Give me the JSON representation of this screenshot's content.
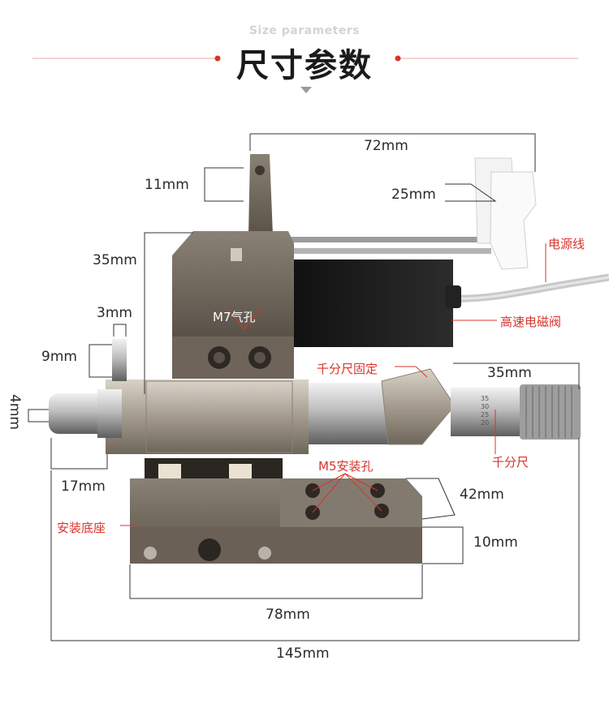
{
  "header": {
    "subtitle": "Size parameters",
    "title": "尺寸参数"
  },
  "dimensions": {
    "d72": "72mm",
    "d11": "11mm",
    "d25": "25mm",
    "d35_top": "35mm",
    "d3": "3mm",
    "d9": "9mm",
    "d4": "4mm",
    "d35_right": "35mm",
    "d17": "17mm",
    "d42": "42mm",
    "d10": "10mm",
    "d78": "78mm",
    "d145": "145mm"
  },
  "labels": {
    "power_cord": "电源线",
    "solenoid_valve": "高速电磁阀",
    "air_hole": "M7气孔",
    "micrometer_fix": "千分尺固定",
    "micrometer": "千分尺",
    "m5_holes": "M5安装孔",
    "mount_base": "安装底座"
  },
  "scale_ticks": [
    "35",
    "30",
    "25",
    "20"
  ],
  "colors": {
    "accent": "#d9342b",
    "metal_dark": "#6e6459",
    "metal_light": "#b9b2a8",
    "black": "#1a1a1a"
  }
}
